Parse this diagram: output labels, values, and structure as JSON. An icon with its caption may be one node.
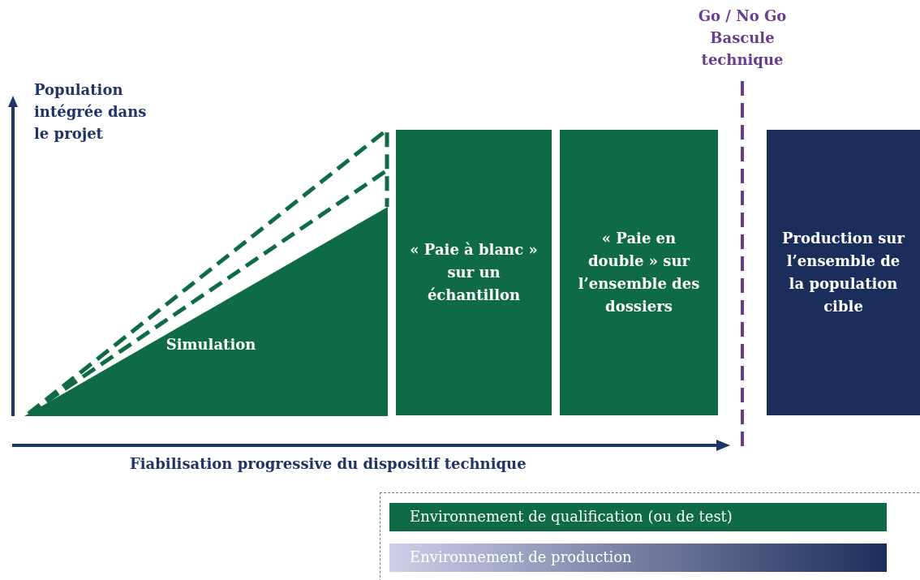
{
  "diagram": {
    "nodes": [
      {
        "text": [
          "Simulation"
        ]
      },
      {
        "text": [
          "« Paie à blanc » sur un échantillon"
        ]
      },
      {
        "text": [
          "« Paie en double » sur l’ensemble des dossiers"
        ]
      },
      {
        "text": [
          "Production sur l’ensemble de la population cible"
        ]
      }
    ],
    "labels": [
      "Go / No Go Bascule technique",
      "Population intégrée dans le projet",
      "Fiabilisation progressive du dispositif technique"
    ],
    "legend": [
      {
        "text": "Environnement de qualification (ou de test)",
        "color": "#0e6b45"
      },
      {
        "text": "Environnement de production",
        "color": "#1b2d5a"
      }
    ]
  }
}
